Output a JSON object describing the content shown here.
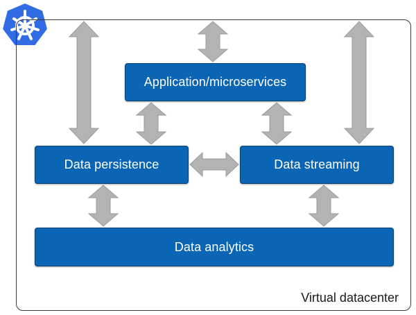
{
  "logo": {
    "icon": "kubernetes-helm-wheel-icon",
    "color": "#326ce5"
  },
  "frame": {
    "label": "Virtual datacenter"
  },
  "boxes": {
    "app": "Application/microservices",
    "persistence": "Data persistence",
    "streaming": "Data streaming",
    "analytics": "Data analytics"
  },
  "colors": {
    "box_fill": "#0b65b5",
    "box_border": "#0a3f70",
    "arrow": "#b3b3b3",
    "arrow_edge": "#9a9a9a"
  }
}
